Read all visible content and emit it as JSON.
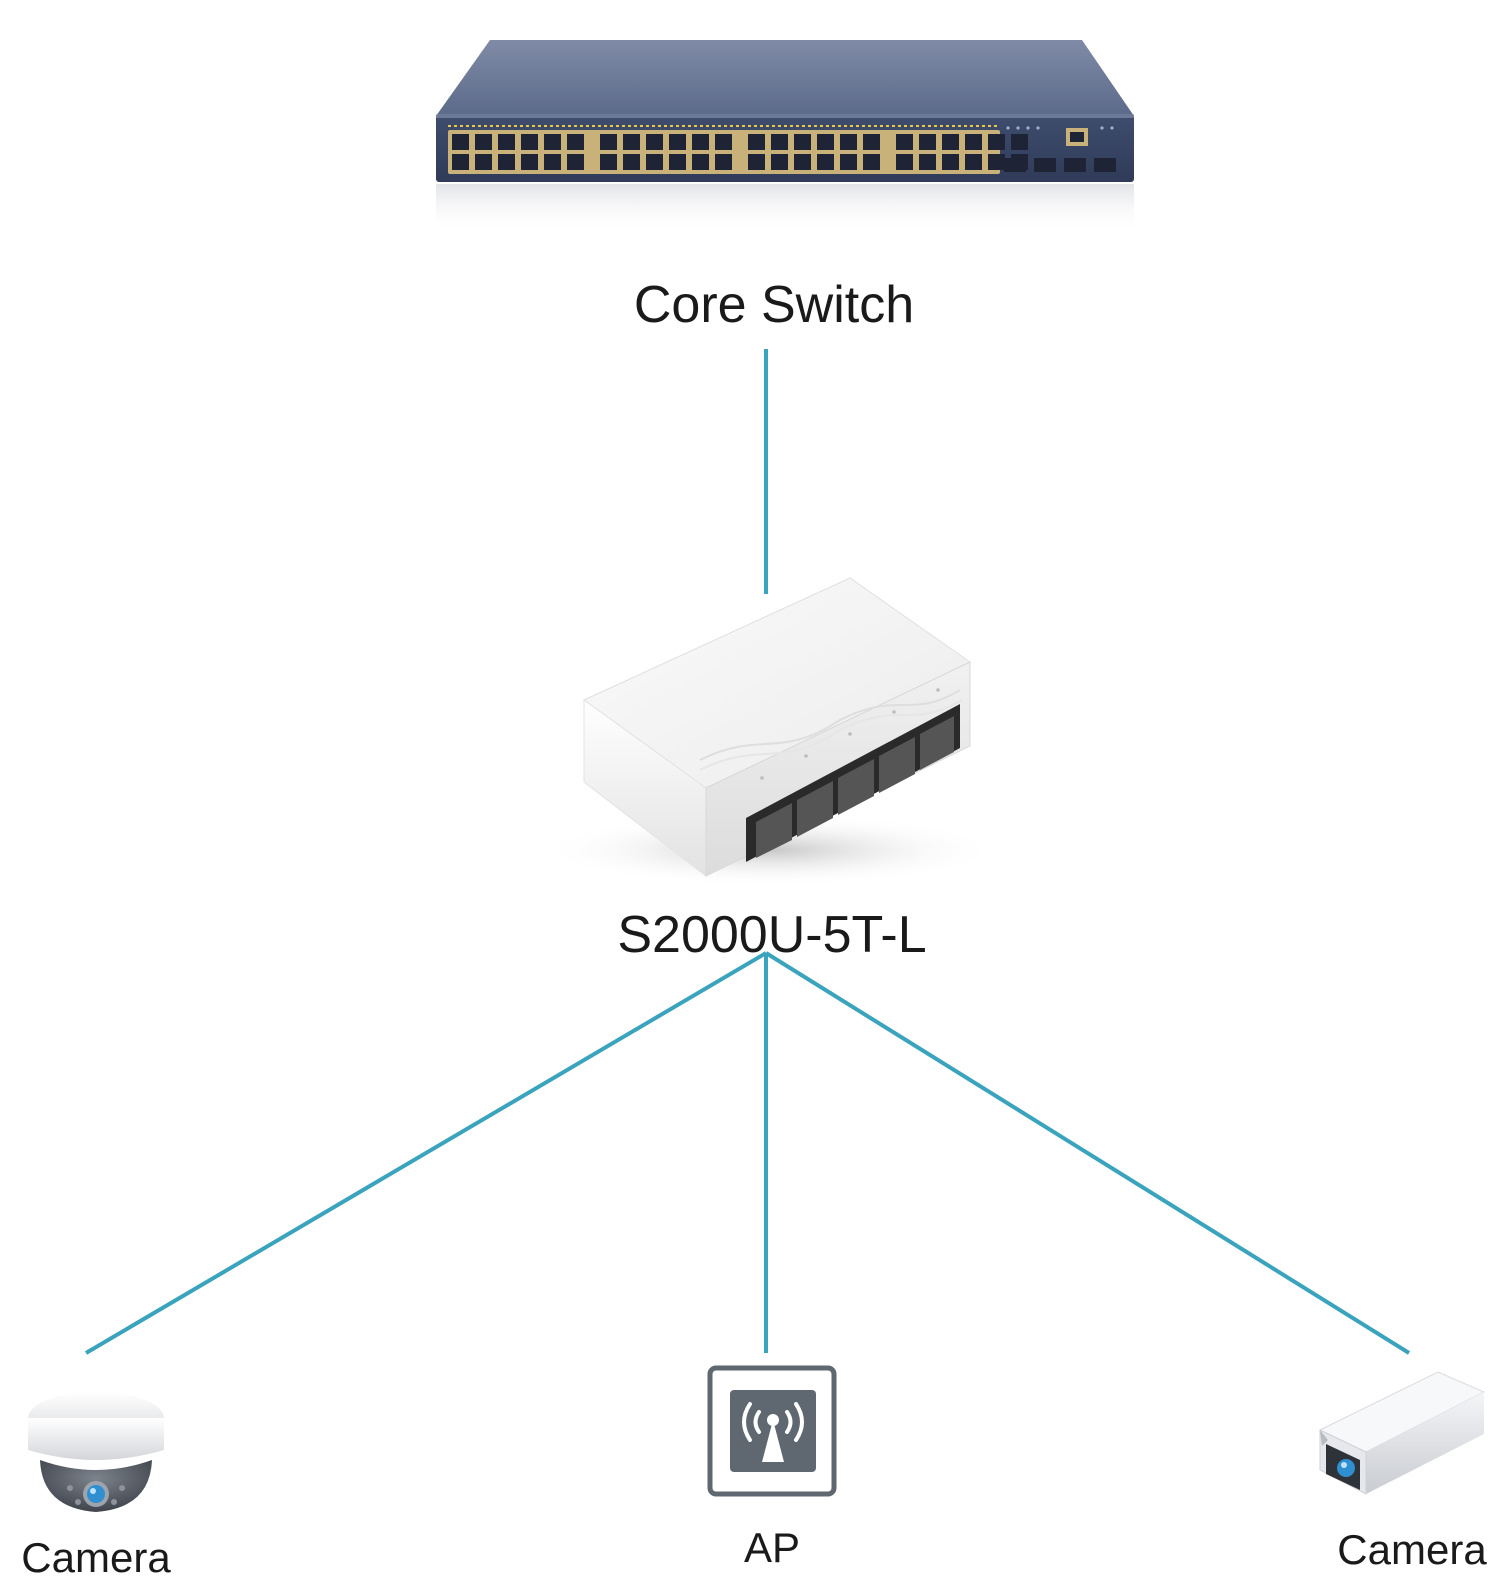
{
  "colors": {
    "link": "#3aa3bd",
    "core_switch_body": "#4a5878",
    "core_switch_top": "#6f7d9c",
    "port_gold": "#c9b27a",
    "access_switch_body": "#f4f4f4",
    "device_gray": "#5f6770",
    "camera_lens": "#2f8fd0"
  },
  "nodes": {
    "core_switch": {
      "label": "Core Switch",
      "icon": "rack-switch-icon"
    },
    "access_switch": {
      "label": "S2000U-5T-L",
      "icon": "desktop-switch-icon"
    },
    "camera_left": {
      "label": "Camera",
      "icon": "dome-camera-icon"
    },
    "ap": {
      "label": "AP",
      "icon": "wireless-ap-icon"
    },
    "camera_right": {
      "label": "Camera",
      "icon": "bullet-camera-icon"
    }
  },
  "links": [
    {
      "from": "core_switch",
      "to": "access_switch"
    },
    {
      "from": "access_switch",
      "to": "camera_left"
    },
    {
      "from": "access_switch",
      "to": "ap"
    },
    {
      "from": "access_switch",
      "to": "camera_right"
    }
  ]
}
